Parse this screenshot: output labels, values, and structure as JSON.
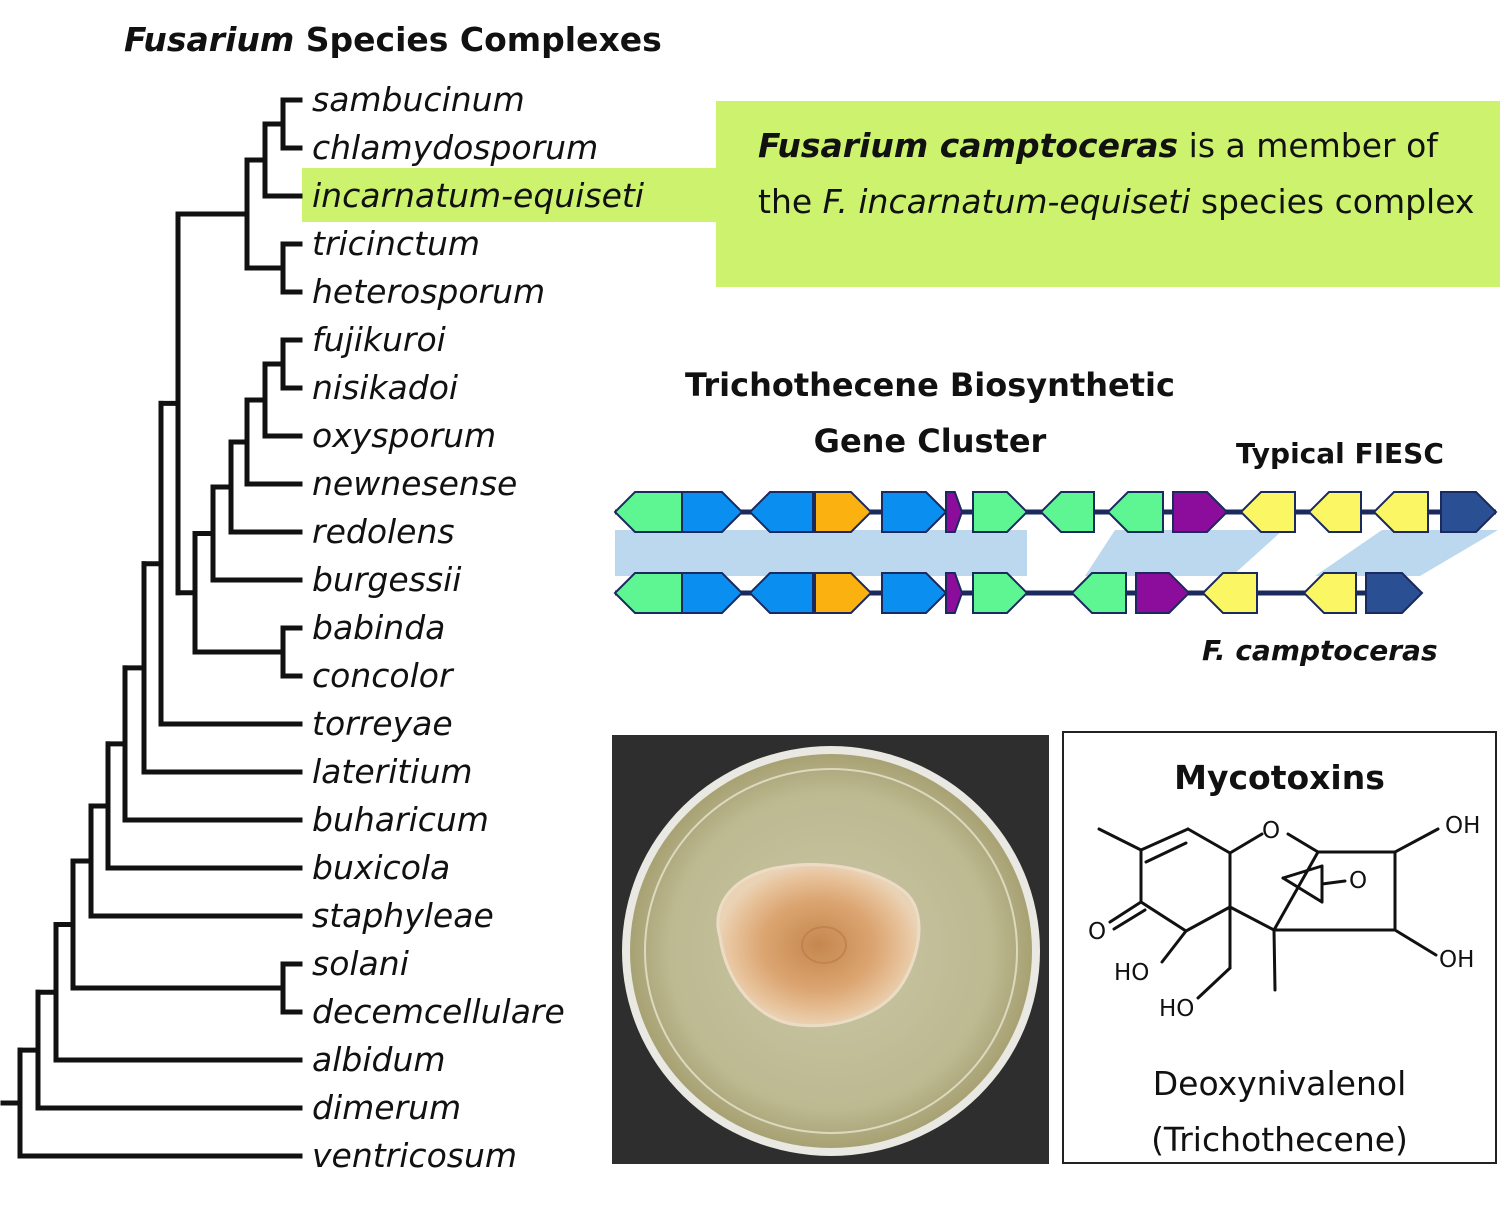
{
  "tree": {
    "title_genus": "Fusarium",
    "title_rest": " Species Complexes",
    "taxa": [
      "sambucinum",
      "chlamydosporum",
      "incarnatum-equiseti",
      "tricinctum",
      "heterosporum",
      "fujikuroi",
      "nisikadoi",
      "oxysporum",
      "newnesense",
      "redolens",
      "burgessii",
      "babinda",
      "concolor",
      "torreyae",
      "lateritium",
      "buharicum",
      "buxicola",
      "staphyleae",
      "solani",
      "decemcellulare",
      "albidum",
      "dimerum",
      "ventricosum"
    ],
    "highlighted_taxon": "incarnatum-equiseti"
  },
  "callout": {
    "bold_name": "Fusarium camptoceras",
    "text_1": " is a member of the ",
    "italic_name": "F. incarnatum-equiseti",
    "text_2": " species complex",
    "color": "#ccf26e"
  },
  "gene_cluster": {
    "title_line1": "Trichothecene Biosynthetic",
    "title_line2": "Gene Cluster",
    "top_label": "Typical FIESC",
    "bottom_label": "F. camptoceras",
    "colors": {
      "green": "#5ef593",
      "blue": "#0a8ff0",
      "orange": "#fbb211",
      "purple": "#8c0d9c",
      "yellow": "#fbf764",
      "navy": "#2a4f92",
      "backbone": "#1b2a5e",
      "homology": "#bcd8ee"
    },
    "top_genes": [
      {
        "color": "green",
        "dir": "left"
      },
      {
        "color": "blue",
        "dir": "right"
      },
      {
        "color": "blue",
        "dir": "left"
      },
      {
        "color": "orange",
        "dir": "right"
      },
      {
        "color": "blue",
        "dir": "right"
      },
      {
        "color": "purple",
        "dir": "right"
      },
      {
        "color": "green",
        "dir": "right"
      },
      {
        "color": "green",
        "dir": "left"
      },
      {
        "color": "green",
        "dir": "left"
      },
      {
        "color": "purple",
        "dir": "right"
      },
      {
        "color": "yellow",
        "dir": "left"
      },
      {
        "color": "yellow",
        "dir": "left"
      },
      {
        "color": "yellow",
        "dir": "left"
      },
      {
        "color": "navy",
        "dir": "right"
      }
    ],
    "bottom_genes": [
      {
        "color": "green",
        "dir": "left"
      },
      {
        "color": "blue",
        "dir": "right"
      },
      {
        "color": "blue",
        "dir": "left"
      },
      {
        "color": "orange",
        "dir": "right"
      },
      {
        "color": "blue",
        "dir": "right"
      },
      {
        "color": "purple",
        "dir": "right"
      },
      {
        "color": "green",
        "dir": "right"
      },
      {
        "color": "green",
        "dir": "left"
      },
      {
        "color": "purple",
        "dir": "right"
      },
      {
        "color": "yellow",
        "dir": "left"
      },
      {
        "color": "yellow",
        "dir": "left"
      },
      {
        "color": "navy",
        "dir": "right"
      }
    ]
  },
  "mycotoxin": {
    "title": "Mycotoxins",
    "compound": "Deoxynivalenol",
    "compound_class": "(Trichothecene)",
    "atoms": {
      "o_ring": "O",
      "oh_top": "OH",
      "o_epoxide": "O",
      "o_ketone": "O",
      "ho_1": "HO",
      "oh_right": "OH",
      "ho_2": "HO"
    }
  }
}
